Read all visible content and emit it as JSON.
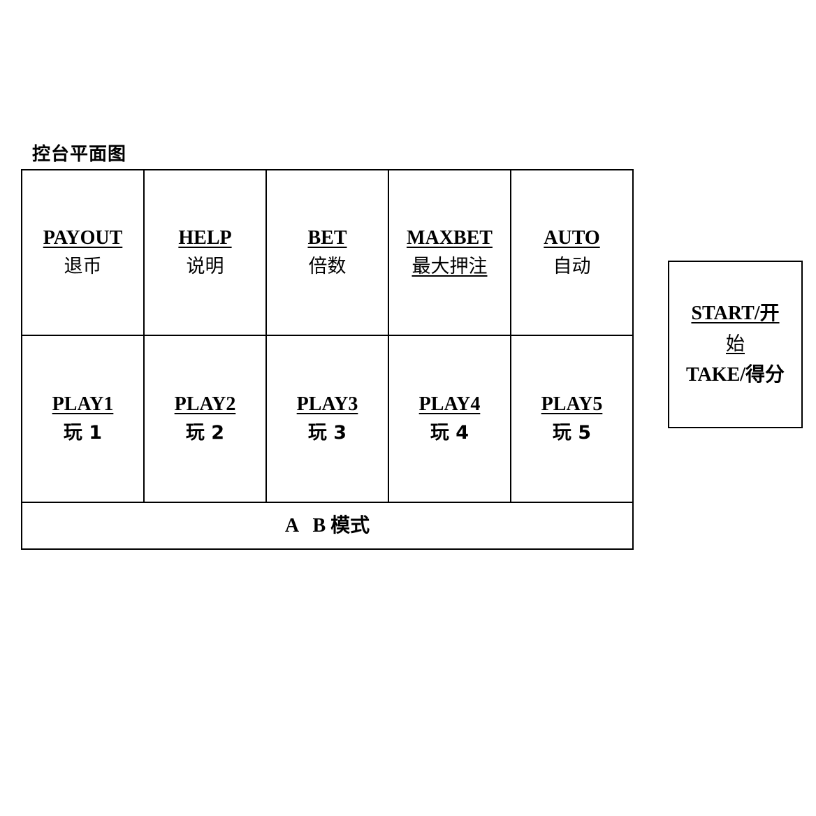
{
  "title": "控台平面图",
  "top_row": [
    {
      "en": "PAYOUT",
      "cn": "退币"
    },
    {
      "en": "HELP",
      "cn": "说明"
    },
    {
      "en": "BET",
      "cn": "倍数"
    },
    {
      "en": "MAXBET",
      "cn": "最大押注"
    },
    {
      "en": "AUTO",
      "cn": "自动"
    }
  ],
  "bottom_row": [
    {
      "en": "PLAY1",
      "cn": "玩 1"
    },
    {
      "en": "PLAY2",
      "cn": "玩 2"
    },
    {
      "en": "PLAY3",
      "cn": "玩 3"
    },
    {
      "en": "PLAY4",
      "cn": "玩 4"
    },
    {
      "en": "PLAY5",
      "cn": "玩 5"
    }
  ],
  "mode_label": "A   B 模式",
  "start_button": {
    "line1": "START/开",
    "line2": "始",
    "line3": "TAKE/得分"
  }
}
